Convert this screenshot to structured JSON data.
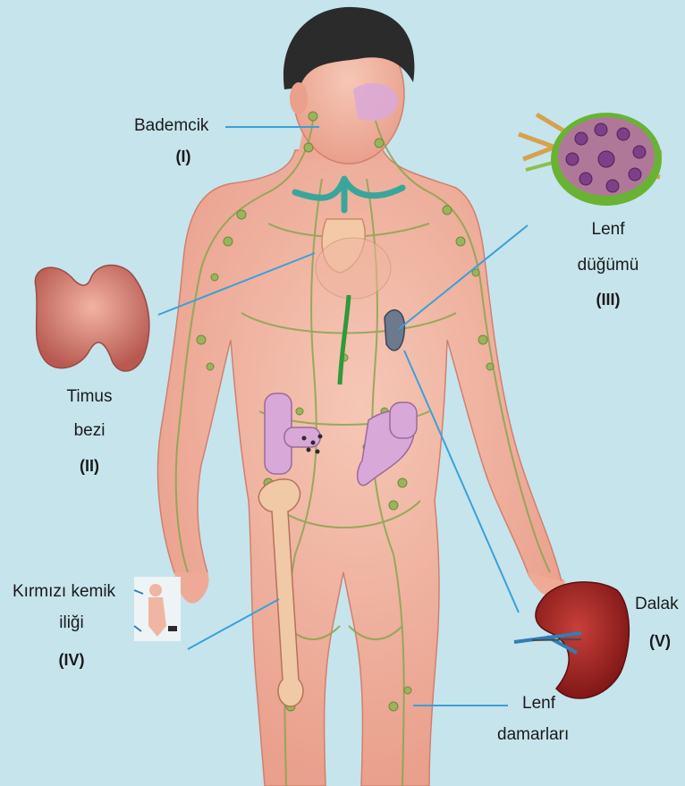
{
  "labels": {
    "tonsil": {
      "name": "Bademcik",
      "num": "(I)"
    },
    "thymus": {
      "name_line1": "Timus",
      "name_line2": "bezi",
      "num": "(II)"
    },
    "lymph_node": {
      "name_line1": "Lenf",
      "name_line2": "düğümü",
      "num": "(III)"
    },
    "bone_marrow": {
      "name_line1": "Kırmızı kemik",
      "name_line2": "iliği",
      "num": "(IV)"
    },
    "spleen": {
      "name": "Dalak",
      "num": "(V)"
    },
    "lymph_vessels": {
      "name_line1": "Lenf",
      "name_line2": "damarları"
    }
  },
  "colors": {
    "background": "#c6e4ec",
    "skin": "#f0b4a2",
    "hair": "#2b2b2b",
    "lymph": "#8aa54e",
    "leader_line": "#3aa0d8"
  }
}
